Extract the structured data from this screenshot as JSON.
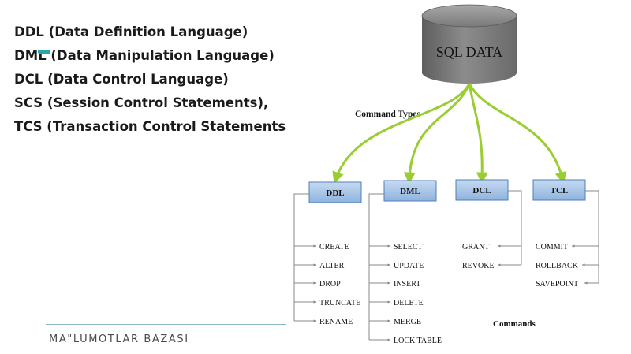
{
  "slide": {
    "bullets": [
      "DDL (Data Definition Language)",
      "DML (Data Manipulation Language)",
      "DCL (Data Control Language)",
      "SCS (Session Control Statements),",
      "TCS (Transaction Control Statements)"
    ],
    "footer": "MA\"LUMOTLAR BAZASI"
  },
  "diagram": {
    "database_label": "SQL DATA",
    "command_types_label": "Command Types",
    "commands_label": "Commands",
    "groups": [
      {
        "label": "DDL",
        "commands": [
          "CREATE",
          "ALTER",
          "DROP",
          "TRUNCATE",
          "RENAME"
        ]
      },
      {
        "label": "DML",
        "commands": [
          "SELECT",
          "UPDATE",
          "INSERT",
          "DELETE",
          "MERGE",
          "LOCK TABLE"
        ]
      },
      {
        "label": "DCL",
        "commands": [
          "GRANT",
          "REVOKE"
        ]
      },
      {
        "label": "TCL",
        "commands": [
          "COMMIT",
          "ROLLBACK",
          "SAVEPOINT"
        ]
      }
    ],
    "colors": {
      "accent": "#2aa6a6",
      "cylinder_dark": "#6b6b6b",
      "cylinder_light": "#9a9a9a",
      "arrow_green": "#9acd32",
      "box_fill": "#a9c6e8",
      "box_border": "#4f7fb8"
    }
  }
}
